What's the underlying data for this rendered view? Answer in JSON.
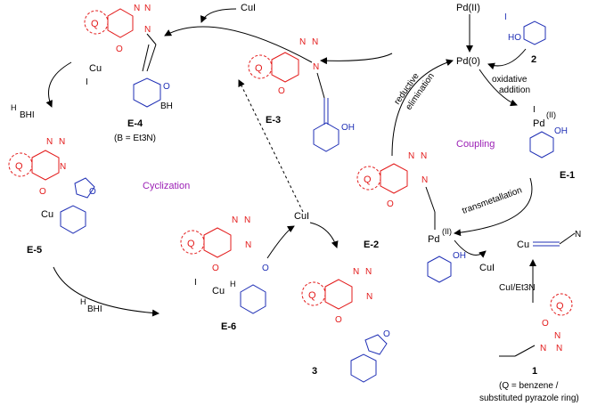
{
  "compounds": {
    "e1": "E-1",
    "e2": "E-2",
    "e3": "E-3",
    "e4": "E-4",
    "e5": "E-5",
    "e6": "E-6",
    "c1": "1",
    "c2": "2",
    "c3": "3"
  },
  "reagents": {
    "pd2_top": "Pd(II)",
    "pd0": "Pd(0)",
    "cui_top": "CuI",
    "cui_mid": "CuI",
    "cui_right": "CuI",
    "cui_et3n": "CuI/Et3N",
    "bhi": "BHI",
    "base_note": "(B = Et3N)",
    "q_note_1": "(Q = benzene /",
    "q_note_2": "substituted pyrazole ring)"
  },
  "steps": {
    "oxidative": "oxidative",
    "addition": "addition",
    "reductive": "reductive",
    "elimination": "elimination",
    "transmetallation": "transmetallation",
    "coupling": "Coupling",
    "cyclization": "Cyclization"
  },
  "atoms": {
    "N": "N",
    "O": "O",
    "Q": "Q",
    "I": "I",
    "HO": "HO",
    "OH": "OH",
    "Cu": "Cu",
    "Pd": "Pd",
    "PdII": "(II)",
    "H": "H",
    "BH": "BH"
  },
  "colors": {
    "scaffold": "#e31b1b",
    "aryl": "#1f2fb5",
    "label_accent": "#9b1fb5"
  }
}
